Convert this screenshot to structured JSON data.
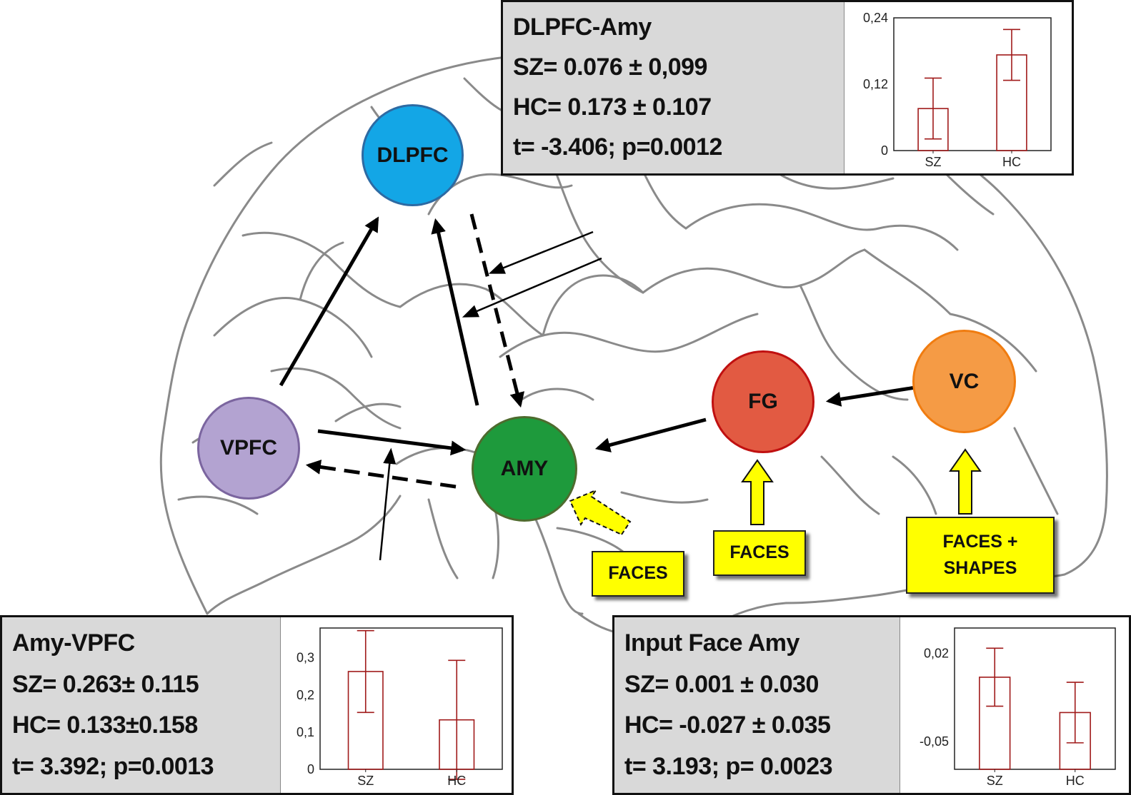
{
  "nodes": {
    "dlpfc": {
      "label": "DLPFC",
      "color": "#13a6e6",
      "border": "#2d6aa3"
    },
    "vpfc": {
      "label": "VPFC",
      "color": "#b3a3d1",
      "border": "#7b659f"
    },
    "amy": {
      "label": "AMY",
      "color": "#1e9a3c",
      "border": "#4e6b2e"
    },
    "fg": {
      "label": "FG",
      "color": "#e25a42",
      "border": "#c01010"
    },
    "vc": {
      "label": "VC",
      "color": "#f59b45",
      "border": "#f07c10"
    }
  },
  "inputs": {
    "faces_amy": "FACES",
    "faces_fg": "FACES",
    "faces_shapes_vc_line1": "FACES +",
    "faces_shapes_vc_line2": "SHAPES"
  },
  "panels": {
    "dlpfc_amy": {
      "title": "DLPFC-Amy",
      "sz": "SZ= 0.076 ± 0,099",
      "hc": "HC= 0.173 ± 0.107",
      "test": "t= -3.406; p=0.0012",
      "chart_data": {
        "type": "bar",
        "categories": [
          "SZ",
          "HC"
        ],
        "values": [
          0.076,
          0.173
        ],
        "errors": [
          0.055,
          0.046
        ],
        "ticks": [
          "0,24",
          "0,12",
          "0"
        ],
        "tick_values": [
          0.24,
          0.12,
          0
        ],
        "ylim": [
          0,
          0.24
        ]
      }
    },
    "amy_vpfc": {
      "title": "Amy-VPFC",
      "sz": "SZ= 0.263± 0.115",
      "hc": "HC= 0.133±0.158",
      "test": "t= 3.392; p=0.0013",
      "chart_data": {
        "type": "bar",
        "categories": [
          "SZ",
          "HC"
        ],
        "values": [
          0.263,
          0.133
        ],
        "errors": [
          0.11,
          0.16
        ],
        "ticks": [
          "0,3",
          "0,2",
          "0,1",
          "0"
        ],
        "tick_values": [
          0.3,
          0.2,
          0.1,
          0
        ],
        "ylim": [
          0,
          0.38
        ]
      }
    },
    "input_face_amy": {
      "title": "Input Face Amy",
      "sz": "SZ=  0.001 ± 0.030",
      "hc": "HC= -0.027 ± 0.035",
      "test": "t= 3.193; p= 0.0023",
      "chart_data": {
        "type": "bar",
        "categories": [
          "SZ",
          "HC"
        ],
        "values": [
          0.001,
          -0.027
        ],
        "errors": [
          0.023,
          0.024
        ],
        "ticks": [
          "0,02",
          "-0,05"
        ],
        "tick_values": [
          0.02,
          -0.05
        ],
        "ylim": [
          -0.072,
          0.04
        ],
        "baseline": -0.072
      }
    }
  },
  "colors": {
    "bar_stroke": "#a01a1a",
    "brain_outline": "#8a8a8a",
    "panel_stats_bg": "#d9d9d9",
    "input_label_bg": "#ffff00"
  }
}
